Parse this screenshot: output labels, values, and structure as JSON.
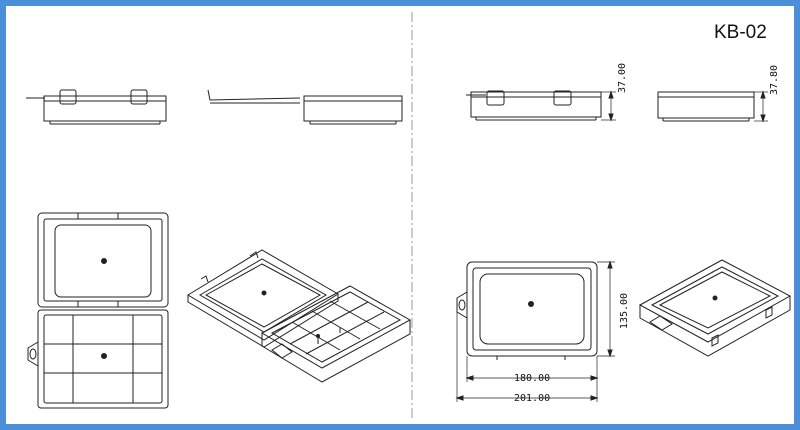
{
  "model_code": "KB-02",
  "dimensions": {
    "height_closed": "37.00",
    "height_side": "37.80",
    "depth": "135.00",
    "inner_width": "180.00",
    "overall_width": "201.00"
  },
  "colors": {
    "frame": "#4a8fd8",
    "line": "#222222",
    "divider": "#999999"
  }
}
